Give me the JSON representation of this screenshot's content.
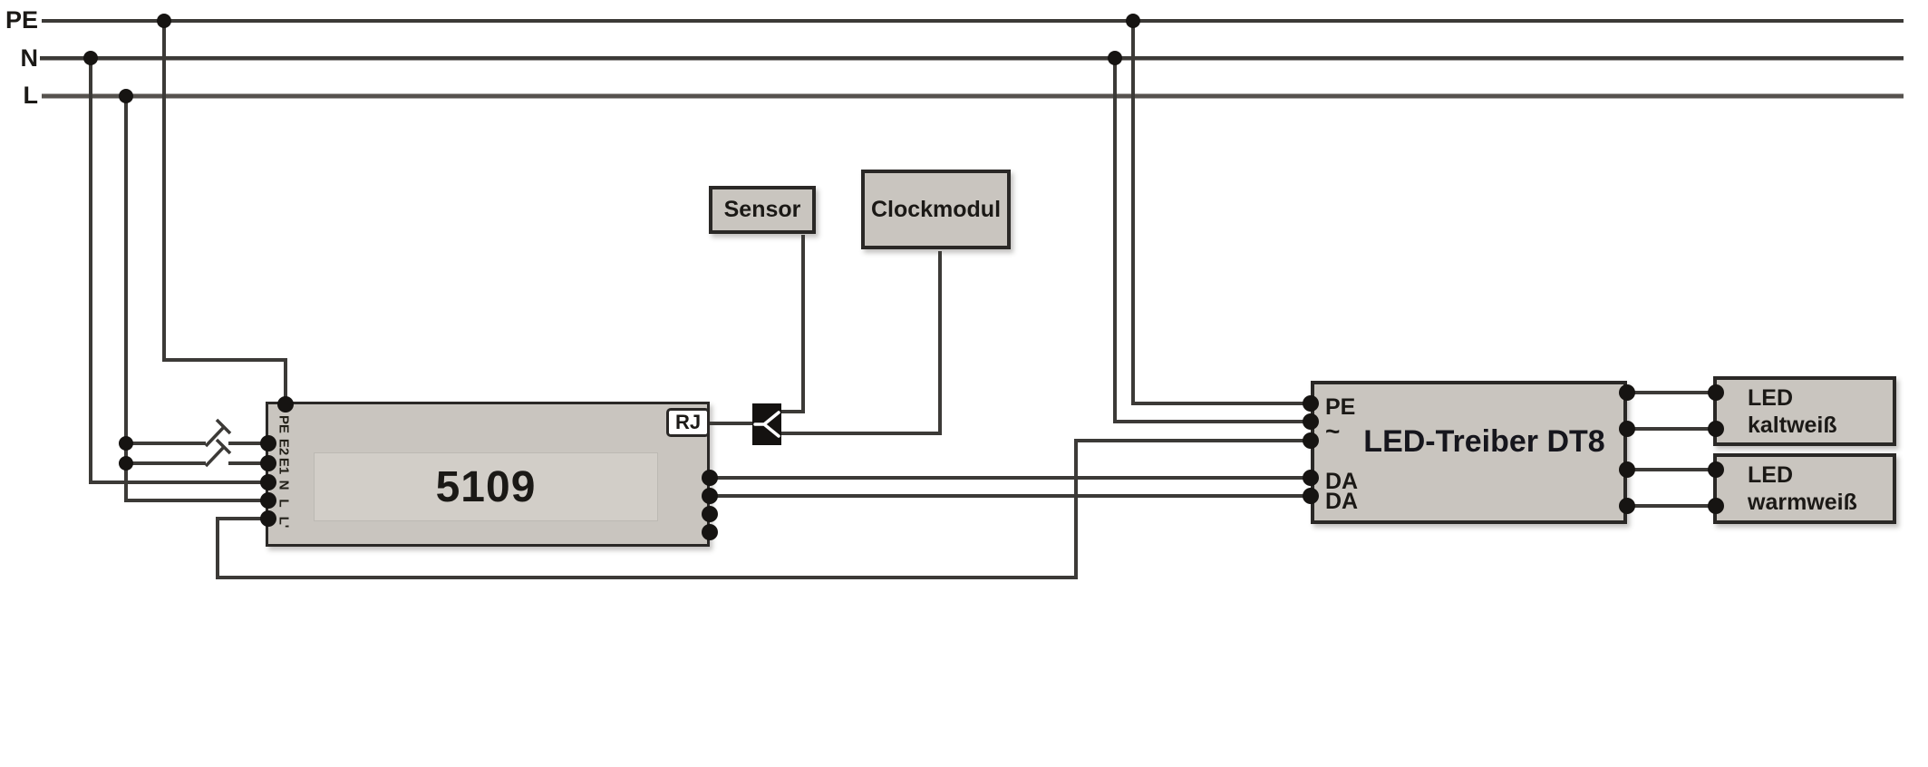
{
  "rails": {
    "labels": [
      "PE",
      "N",
      "L"
    ]
  },
  "device_5109": {
    "title": "5109",
    "port": "RJ",
    "terminals": [
      "PE",
      "E2",
      "E1",
      "N",
      "L",
      "L'"
    ]
  },
  "sensor": {
    "label": "Sensor"
  },
  "clockmodul": {
    "label": "Clockmodul"
  },
  "led_driver": {
    "title": "LED-Treiber DT8",
    "terminals": [
      "PE",
      "~",
      "DA",
      "DA"
    ]
  },
  "led_outputs": [
    {
      "line1": "LED",
      "line2": "kaltweiß"
    },
    {
      "line1": "LED",
      "line2": "warmweiß"
    }
  ],
  "colors": {
    "wire": "#3c3a37",
    "wire_light": "#56524e",
    "dot": "#161412",
    "box_fill": "#c9c5bf",
    "box_border": "#2a2826",
    "inner_fill": "#d2cec8",
    "splitter_bg": "#141210",
    "splitter_fg": "#ffffff"
  }
}
